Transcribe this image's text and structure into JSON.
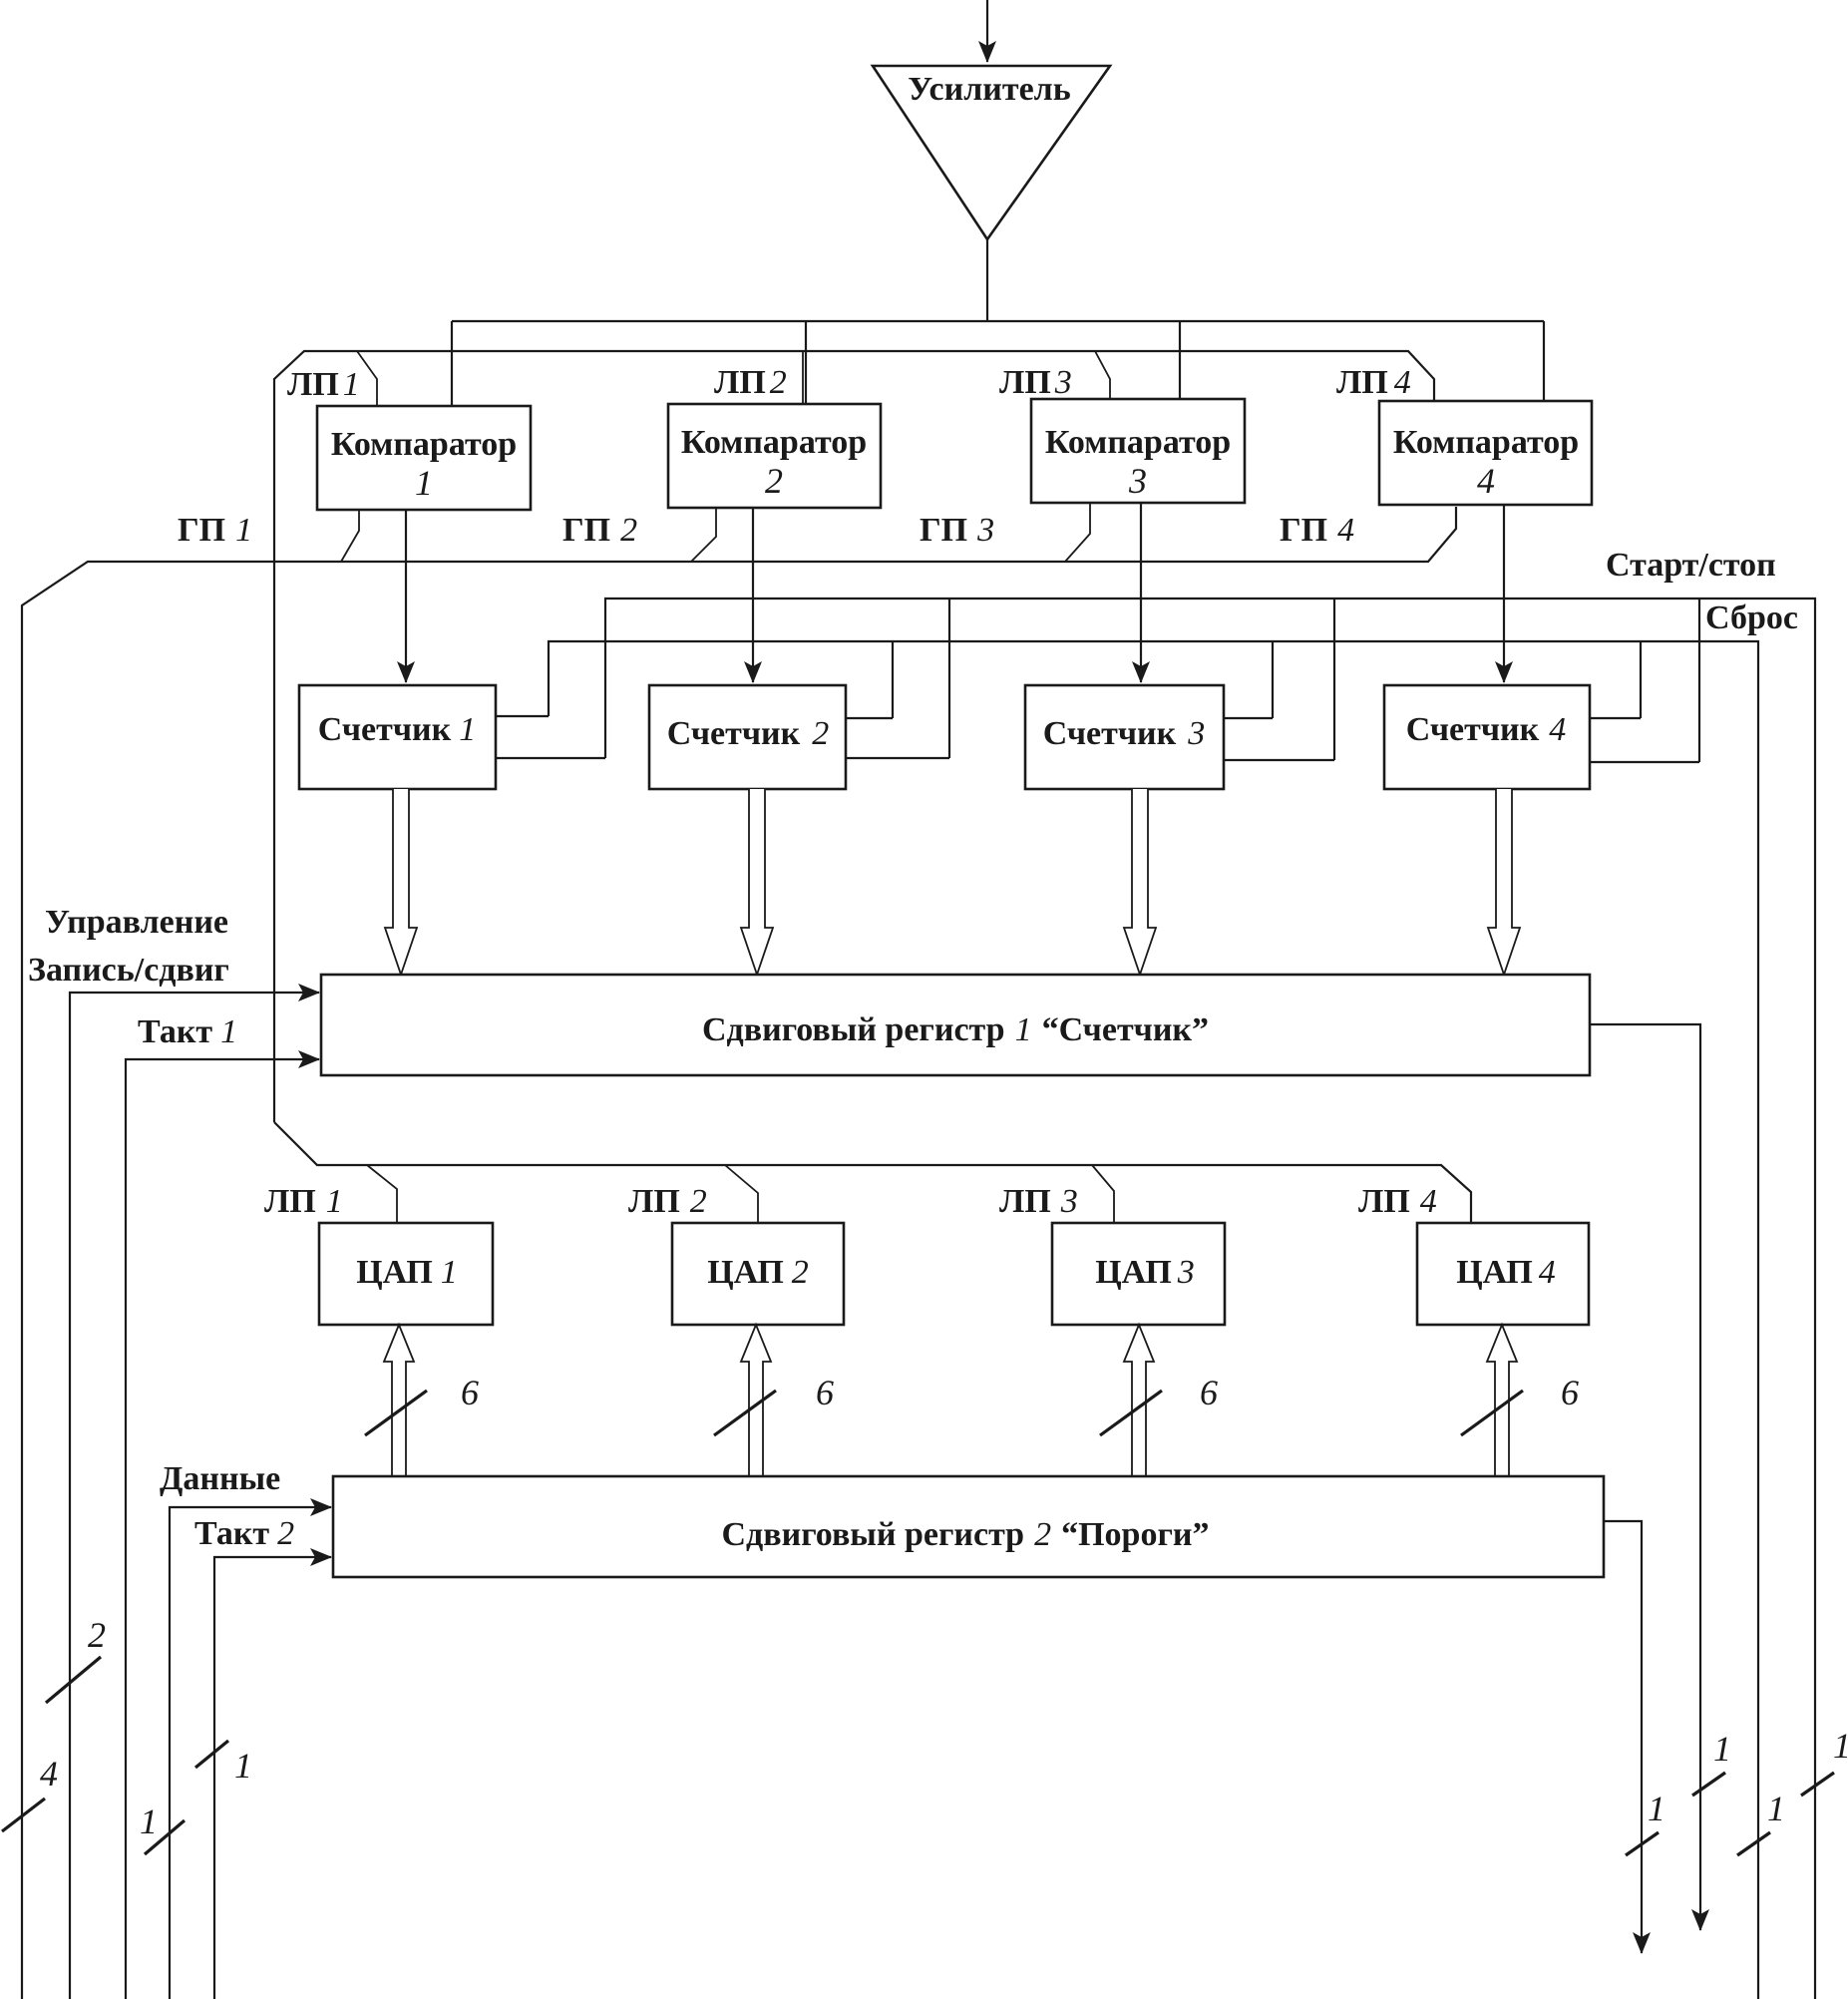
{
  "amplifier": {
    "label": "Усилитель"
  },
  "comparators": [
    {
      "label": "Компаратор",
      "num": "1",
      "lp": "ЛП",
      "lp_num": "1",
      "gp": "ГП",
      "gp_num": "1"
    },
    {
      "label": "Компаратор",
      "num": "2",
      "lp": "ЛП",
      "lp_num": "2",
      "gp": "ГП",
      "gp_num": "2"
    },
    {
      "label": "Компаратор",
      "num": "3",
      "lp": "ЛП",
      "lp_num": "3",
      "gp": "ГП",
      "gp_num": "3"
    },
    {
      "label": "Компаратор",
      "num": "4",
      "lp": "ЛП",
      "lp_num": "4",
      "gp": "ГП",
      "gp_num": "4"
    }
  ],
  "counters": [
    {
      "label": "Счетчик",
      "num": "1"
    },
    {
      "label": "Счетчик",
      "num": "2"
    },
    {
      "label": "Счетчик",
      "num": "3"
    },
    {
      "label": "Счетчик",
      "num": "4"
    }
  ],
  "signals": {
    "start_stop": "Старт/стоп",
    "reset": "Сброс",
    "control": "Управление",
    "write_shift": "Запись/сдвиг",
    "clock1": "Такт",
    "clock1_num": "1",
    "data": "Данные",
    "clock2": "Такт",
    "clock2_num": "2"
  },
  "register1": {
    "label": "Сдвиговый регистр",
    "num": "1",
    "name": "“Счетчик”"
  },
  "register2": {
    "label": "Сдвиговый регистр",
    "num": "2",
    "name": "“Пороги”"
  },
  "dacs": [
    {
      "label": "ЦАП",
      "num": "1",
      "lp": "ЛП",
      "lp_num": "1",
      "bus_width": "6"
    },
    {
      "label": "ЦАП",
      "num": "2",
      "lp": "ЛП",
      "lp_num": "2",
      "bus_width": "6"
    },
    {
      "label": "ЦАП",
      "num": "3",
      "lp": "ЛП",
      "lp_num": "3",
      "bus_width": "6"
    },
    {
      "label": "ЦАП",
      "num": "4",
      "lp": "ЛП",
      "lp_num": "4",
      "bus_width": "6"
    }
  ],
  "bus_widths": {
    "left_outer": "4",
    "left_control": "2",
    "left_data": "1",
    "left_clock2": "1",
    "right_reg2_out": "1",
    "right_reg1_out": "1",
    "right_reset": "1",
    "right_start_stop": "1"
  }
}
